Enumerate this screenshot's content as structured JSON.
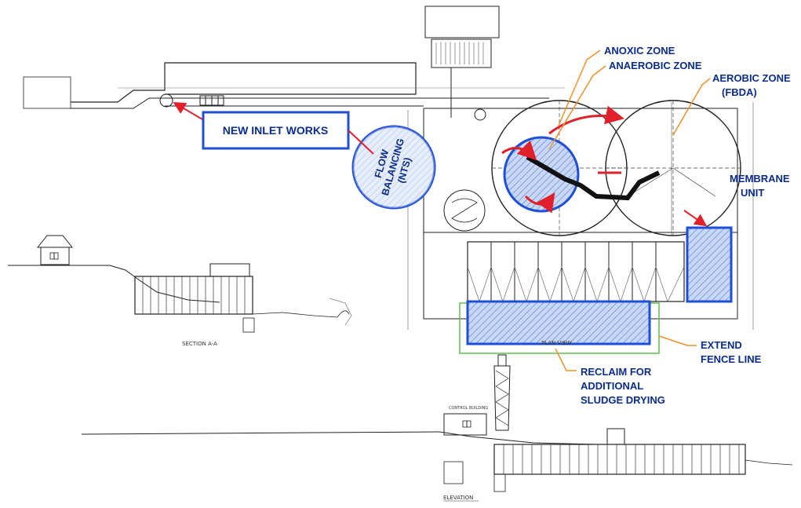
{
  "labels": {
    "anoxic_zone": "ANOXIC ZONE",
    "anaerobic_zone": "ANAEROBIC ZONE",
    "aerobic_zone_line1": "AEROBIC ZONE",
    "aerobic_zone_line2": "(FBDA)",
    "new_inlet_works": "NEW INLET WORKS",
    "flow_balancing_line1": "FLOW",
    "flow_balancing_line2": "BALANCING",
    "flow_balancing_line3": "(NTS)",
    "membrane_unit_line1": "MEMBRANE",
    "membrane_unit_line2": "UNIT",
    "extend_fence_line1": "EXTEND",
    "extend_fence_line2": "FENCE LINE",
    "reclaim_line1": "RECLAIM FOR",
    "reclaim_line2": "ADDITIONAL",
    "reclaim_line3": "SLUDGE DRYING"
  },
  "drawing_titles": {
    "section": "SECTION A-A",
    "elevation": "ELEVATION",
    "plan_view": "PLAN VIEW",
    "control_building": "CONTROL BUILDING"
  },
  "colors": {
    "callout_blue": "#0a2c8c",
    "highlight_blue": "#1f4fd6",
    "hatch_blue": "#9db8f0",
    "arrow_red": "#e0202a",
    "leader_orange": "#f0902a",
    "fence_green": "#5ac24a",
    "drawing_line": "#222222"
  }
}
